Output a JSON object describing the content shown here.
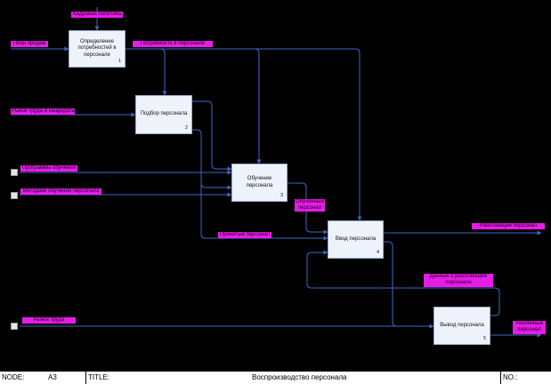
{
  "functions": [
    {
      "id": "f1",
      "name": "Определение потребностей в персонале",
      "number": "1"
    },
    {
      "id": "f2",
      "name": "Подбор персонала",
      "number": "2"
    },
    {
      "id": "f3",
      "name": "Обучение персонала",
      "number": "3"
    },
    {
      "id": "f4",
      "name": "Ввод персонала",
      "number": "4"
    },
    {
      "id": "f5",
      "name": "Вывод персонала",
      "number": "5"
    }
  ],
  "arrow_labels": {
    "top_control": "Кадровая политика",
    "input_1": "План продаж",
    "needs_output": "Потребность в персонале",
    "input_2": "Рынок труда и кандидаты",
    "input_3": "Программы обучения",
    "input_4": "Методики обучения персонала",
    "trained": "Обученный персонал",
    "hired": "Принятый персонал",
    "output_1": "Работающий персонал",
    "feedback": "Данные о работающем персонале",
    "input_5": "Рынок труда",
    "output_2": "Уволенный персонал"
  },
  "footer": {
    "node_label": "NODE:",
    "node_value": "A3",
    "title_label": "TITLE:",
    "title_value": "Воспроизводство персонала",
    "number_label": "NO.:"
  },
  "colors": {
    "background": "#000000",
    "arrow": "#3f66c8",
    "label_bg": "#e81ce8",
    "box_fill": "#eef3fb"
  }
}
